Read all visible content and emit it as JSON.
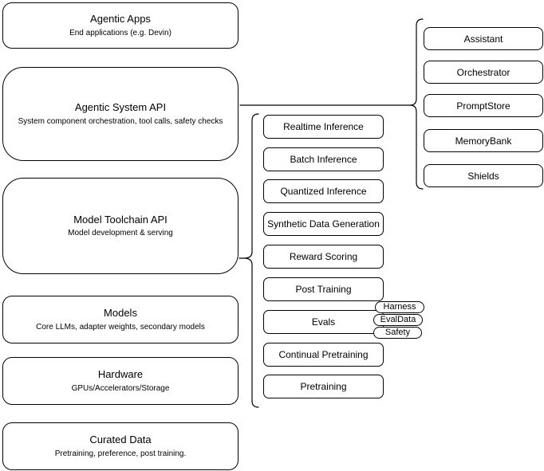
{
  "colors": {
    "background": "#ffffff",
    "stroke": "#000000",
    "text": "#000000"
  },
  "layers": [
    {
      "title": "Agentic Apps",
      "subtitle": "End applications (e.g. Devin)"
    },
    {
      "title": "Agentic System API",
      "subtitle": "System component orchestration, tool calls, safety checks"
    },
    {
      "title": "Model Toolchain API",
      "subtitle": "Model development & serving"
    },
    {
      "title": "Models",
      "subtitle": "Core LLMs, adapter weights, secondary models"
    },
    {
      "title": "Hardware",
      "subtitle": "GPUs/Accelerators/Storage"
    },
    {
      "title": "Curated Data",
      "subtitle": "Pretraining, preference, post training."
    }
  ],
  "toolchain_services": [
    "Realtime Inference",
    "Batch Inference",
    "Quantized Inference",
    "Synthetic Data Generation",
    "Reward Scoring",
    "Post Training",
    "Evals",
    "Continual Pretraining",
    "Pretraining"
  ],
  "eval_tags": [
    "Harness",
    "EvalData",
    "Safety"
  ],
  "system_components": [
    "Assistant",
    "Orchestrator",
    "PromptStore",
    "MemoryBank",
    "Shields"
  ]
}
